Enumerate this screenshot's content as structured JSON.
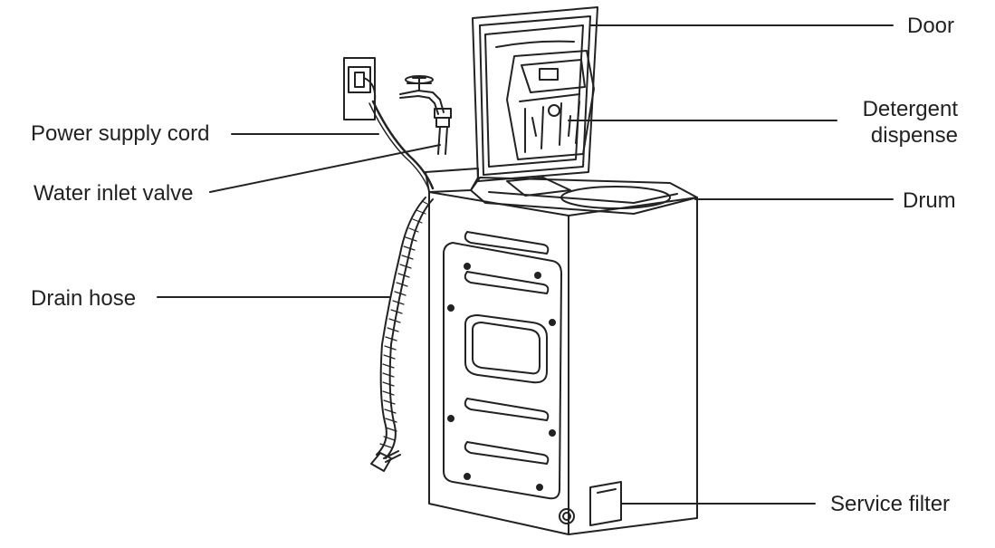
{
  "colors": {
    "line": "#222222",
    "background": "#ffffff"
  },
  "labels": {
    "door": "Door",
    "detergent_line1": "Detergent",
    "detergent_line2": "dispense",
    "drum": "Drum",
    "service_filter": "Service filter",
    "power_supply_cord": "Power supply cord",
    "water_inlet_valve": "Water inlet valve",
    "drain_hose": "Drain hose"
  }
}
